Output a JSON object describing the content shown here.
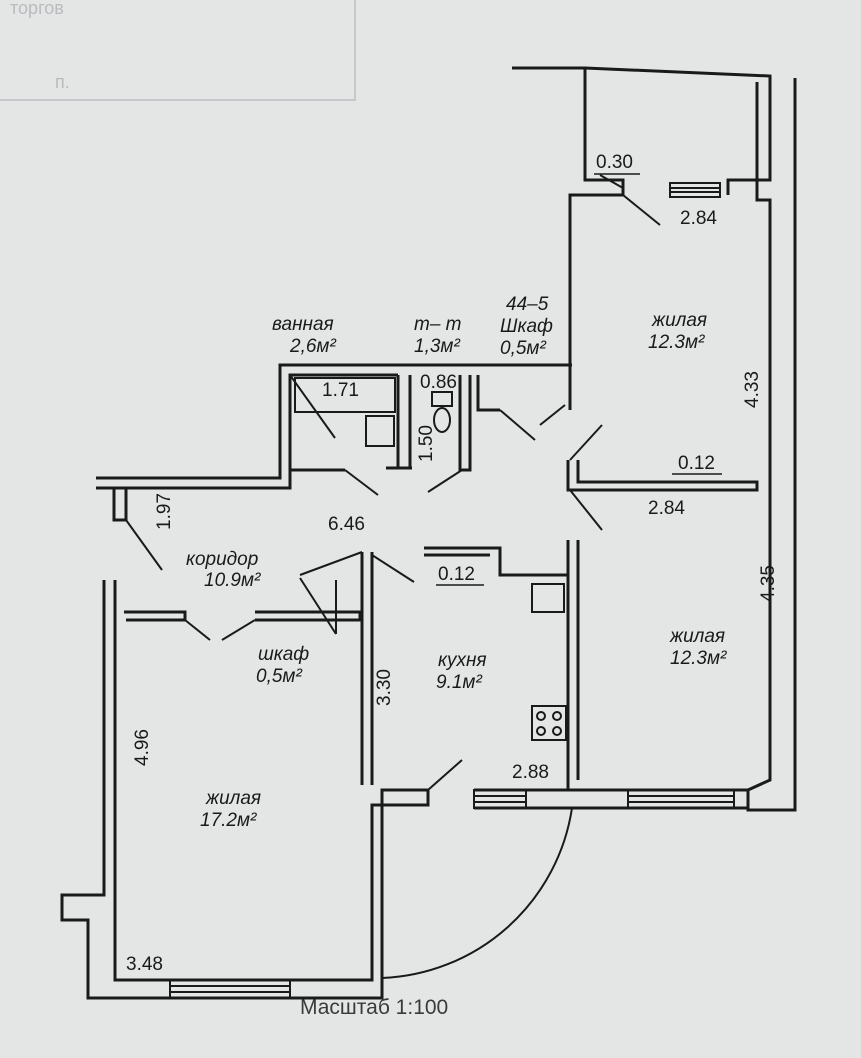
{
  "colors": {
    "paper": "#e4e6e6",
    "wall": "#1a1a1a",
    "stamp": "#b8bcbe"
  },
  "stamp": {
    "text1": "торгов",
    "text2": "п."
  },
  "rooms": {
    "bath": {
      "name": "ванная",
      "area": "2,6м²"
    },
    "wc": {
      "name": "т– т",
      "area": "1,3м²"
    },
    "closet1": {
      "code": "44–5",
      "name": "Шкаф",
      "area": "0,5м²"
    },
    "living_ne": {
      "name": "жилая",
      "area": "12.3м²"
    },
    "living_e": {
      "name": "жилая",
      "area": "12.3м²"
    },
    "corridor": {
      "name": "коридор",
      "area": "10.9м²"
    },
    "closet2": {
      "name": "шкаф",
      "area": "0,5м²"
    },
    "kitchen": {
      "name": "кухня",
      "area": "9.1м²"
    },
    "living_sw": {
      "name": "жилая",
      "area": "17.2м²"
    }
  },
  "dims": {
    "d030": "0.30",
    "d284a": "2.84",
    "d433": "4.33",
    "d171": "1.71",
    "d086": "0.86",
    "d150": "1.50",
    "d012a": "0.12",
    "d284b": "2.84",
    "d197": "1.97",
    "d646": "6.46",
    "d012b": "0.12",
    "d435": "4.35",
    "d330": "3.30",
    "d496": "4.96",
    "d288": "2.88",
    "d348": "3.48"
  },
  "scale_label": "Масштаб 1:100"
}
